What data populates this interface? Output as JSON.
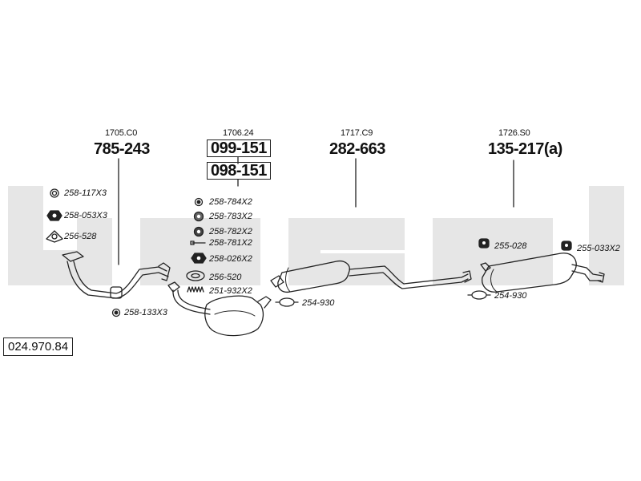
{
  "diagram": {
    "kit_number": "024.970.84",
    "colors": {
      "watermark": "#e5e5e5",
      "line": "#222222"
    },
    "sections": [
      {
        "ref": "1705.C0",
        "part": "785-243"
      },
      {
        "ref": "1706.24",
        "parts": [
          "099-151",
          "098-151"
        ]
      },
      {
        "ref": "1717.C9",
        "part": "282-663"
      },
      {
        "ref": "1726.S0",
        "part": "135-217(a)"
      }
    ],
    "labels": {
      "l1": "258-117X3",
      "l2": "258-053X3",
      "l3": "256-528",
      "l4": "258-133X3",
      "l5": "258-784X2",
      "l6": "258-783X2",
      "l7": "258-782X2",
      "l8": "258-781X2",
      "l9": "258-026X2",
      "l10": "256-520",
      "l11": "251-932X2",
      "l12": "254-930",
      "l13": "255-028",
      "l14": "255-033X2",
      "l15": "254-930"
    }
  }
}
